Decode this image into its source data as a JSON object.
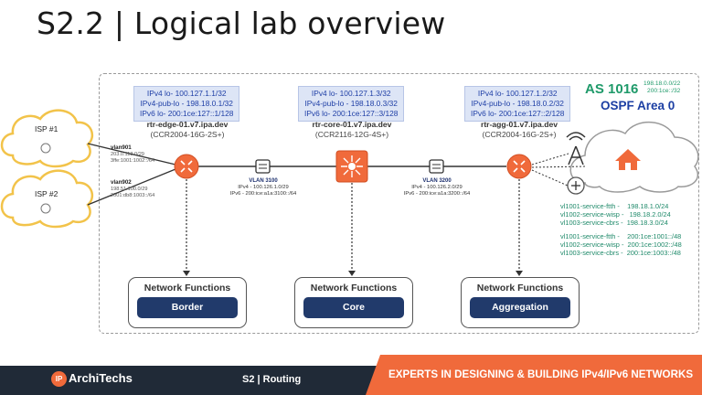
{
  "slide": {
    "title": "S2.2 | Logical lab overview"
  },
  "isp": [
    {
      "label": "ISP #1",
      "vlan": "vlan901",
      "v4": "203.0.113.0/29",
      "v6": "3ffe:1001:1002::/64"
    },
    {
      "label": "ISP #2",
      "vlan": "vlan902",
      "v4": "198.51.100.0/29",
      "v6": "2001:db8:1003::/64"
    }
  ],
  "routers": {
    "edge": {
      "v4lo": "IPv4 lo- 100.127.1.1/32",
      "v4pub": "IPv4-pub-lo - 198.18.0.1/32",
      "v6lo": "IPv6 lo- 200:1ce:127::1/128",
      "name": "rtr-edge-01.v7.ipa.dev",
      "model": "(CCR2004-16G-2S+)"
    },
    "core": {
      "v4lo": "IPv4 lo- 100.127.1.3/32",
      "v4pub": "IPv4-pub-lo - 198.18.0.3/32",
      "v6lo": "IPv6 lo- 200:1ce:127::3/128",
      "name": "rtr-core-01.v7.ipa.dev",
      "model": "(CCR2116-12G-4S+)"
    },
    "agg": {
      "v4lo": "IPv4 lo- 100.127.1.2/32",
      "v4pub": "IPv4-pub-lo - 198.18.0.2/32",
      "v6lo": "IPv6 lo- 200:1ce:127::2/128",
      "name": "rtr-agg-01.v7.ipa.dev",
      "model": "(CCR2004-16G-2S+)"
    }
  },
  "vlans": [
    {
      "name": "VLAN 3100",
      "v4": "IPv4 - 100.126.1.0/29",
      "v6": "IPv6 - 200:ice:a1a:3100::/64"
    },
    {
      "name": "VLAN 3200",
      "v4": "IPv4 - 100.126.2.0/29",
      "v6": "IPv6 - 200:ice:a1a:3200::/64"
    }
  ],
  "as_info": {
    "as": "AS 1016",
    "pfx_v4": "198.18.0.0/22",
    "pfx_v6": "200:1ce::/32",
    "ospf": "OSPF Area 0"
  },
  "services_v4": "vl1001-service-ftth -    198.18.1.0/24\nvl1002-service-wisp -   198.18.2.0/24\nvl1003-service-cbrs -  198.18.3.0/24",
  "services_v6": "vl1001-service-ftth -    200:1ce:1001::/48\nvl1002-service-wisp -  200:1ce:1002::/48\nvl1003-service-cbrs -  200:1ce:1003::/48",
  "network_functions": {
    "title": "Network Functions",
    "items": [
      "Border",
      "Core",
      "Aggregation"
    ]
  },
  "footer": {
    "brand": "ArchiTechs",
    "brand_prefix": "IP",
    "section": "S2 | Routing",
    "tagline": "EXPERTS IN DESIGNING & BUILDING IPv4/IPv6 NETWORKS"
  },
  "colors": {
    "router": "#f06a3b",
    "navy": "#213a6b",
    "green": "#1f9a6a",
    "blue": "#1c3fa3"
  }
}
